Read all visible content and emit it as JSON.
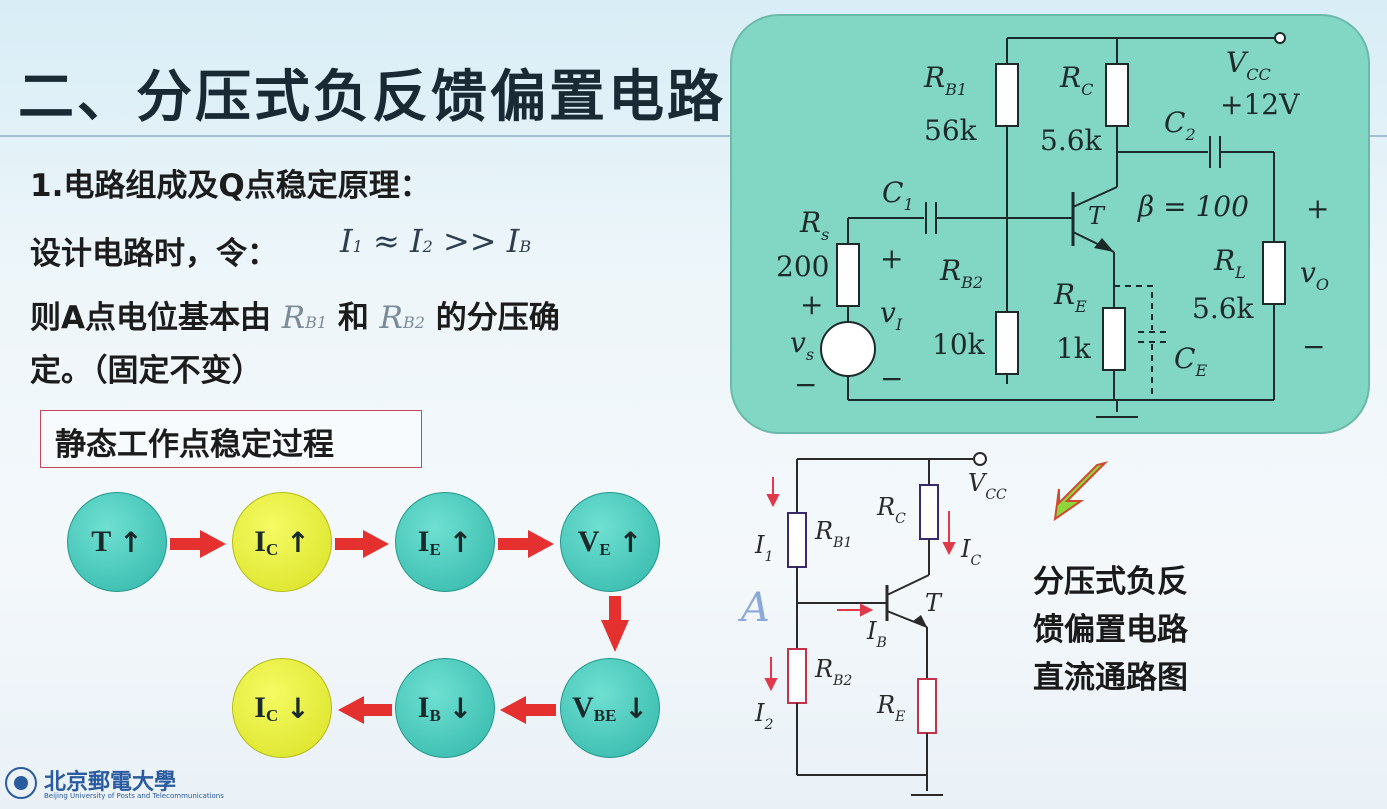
{
  "slide": {
    "title": "二、分压式负反馈偏置电路",
    "heading": "1.电路组成及Q点稳定原理：",
    "design_prefix": "设计电路时，令：",
    "design_formula": "I₁ ≈ I₂ >> I_B",
    "line_a_pre": "则A点电位基本由",
    "line_a_rb1": "R_B1",
    "line_a_and": "和",
    "line_a_rb2": "R_B2",
    "line_a_post": "的分压确",
    "line_b": "定。（固定不变）",
    "process_box": "静态工作点稳定过程"
  },
  "flow": {
    "nodes": [
      {
        "main": "T",
        "sub": "",
        "dir": "up",
        "color": "teal"
      },
      {
        "main": "I",
        "sub": "C",
        "dir": "up",
        "color": "yellow"
      },
      {
        "main": "I",
        "sub": "E",
        "dir": "up",
        "color": "teal"
      },
      {
        "main": "V",
        "sub": "E",
        "dir": "up",
        "color": "teal"
      },
      {
        "main": "V",
        "sub": "BE",
        "dir": "down",
        "color": "teal"
      },
      {
        "main": "I",
        "sub": "B",
        "dir": "down",
        "color": "teal"
      },
      {
        "main": "I",
        "sub": "C",
        "dir": "down",
        "color": "yellow"
      }
    ],
    "arrow_color": "#e03030"
  },
  "circuit_top": {
    "rb1": "R",
    "rb1_sub": "B1",
    "rb1_val": "56k",
    "rc": "R",
    "rc_sub": "C",
    "rc_val": "5.6k",
    "vcc": "V",
    "vcc_sub": "CC",
    "vcc_val": "+12V",
    "c2": "C",
    "c2_sub": "2",
    "c1": "C",
    "c1_sub": "1",
    "t": "T",
    "beta": "β = 100",
    "rs": "R",
    "rs_sub": "s",
    "rs_val": "200",
    "vs_plus": "+",
    "vs": "v",
    "vs_sub": "s",
    "vs_minus": "−",
    "vi_plus": "+",
    "vi": "v",
    "vi_sub": "I",
    "vi_minus": "−",
    "rb2": "R",
    "rb2_sub": "B2",
    "rb2_val": "10k",
    "re": "R",
    "re_sub": "E",
    "re_val": "1k",
    "ce": "C",
    "ce_sub": "E",
    "rl": "R",
    "rl_sub": "L",
    "rl_val": "5.6k",
    "vo_plus": "+",
    "vo": "v",
    "vo_sub": "O",
    "vo_minus": "−",
    "panel_color": "#7fd4c2"
  },
  "circuit_dc": {
    "vcc": "V",
    "vcc_sub": "CC",
    "rb1": "R",
    "rb1_sub": "B1",
    "rc": "R",
    "rc_sub": "C",
    "i1": "I",
    "i1_sub": "1",
    "ic": "I",
    "ic_sub": "C",
    "a": "A",
    "t": "T",
    "ib": "I",
    "ib_sub": "B",
    "rb2": "R",
    "rb2_sub": "B2",
    "re": "R",
    "re_sub": "E",
    "i2": "I",
    "i2_sub": "2",
    "caption_1": "分压式负反",
    "caption_2": "馈偏置电路",
    "caption_3": "直流通路图"
  },
  "logo": {
    "name": "北京郵電大學",
    "sub": "Beijing University of Posts and Telecommunications"
  }
}
